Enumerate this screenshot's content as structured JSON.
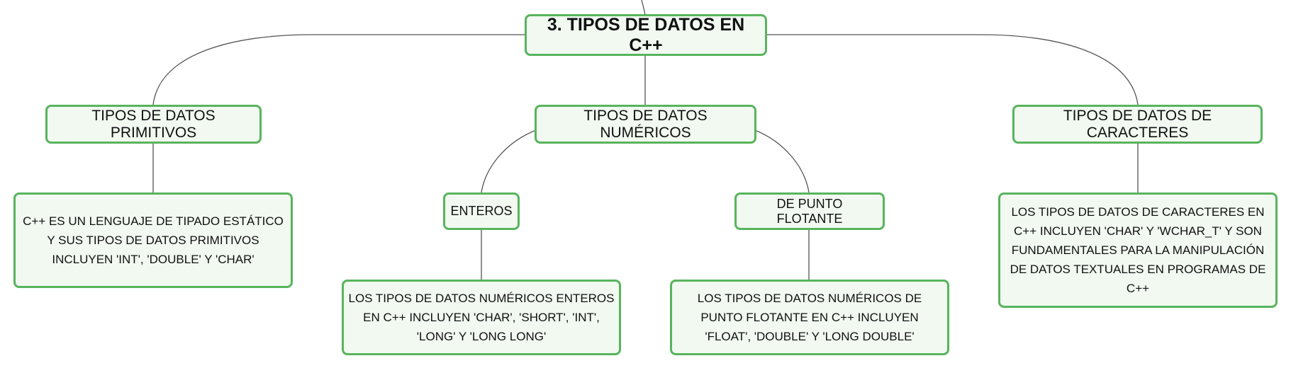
{
  "mindmap": {
    "root": "3. TIPOS DE DATOS EN C++",
    "primitivos": {
      "title": "TIPOS DE DATOS PRIMITIVOS",
      "detail": "C++ ES UN LENGUAJE DE TIPADO ESTÁTICO Y SUS TIPOS DE DATOS PRIMITIVOS INCLUYEN 'INT', 'DOUBLE' Y 'CHAR'"
    },
    "numericos": {
      "title": "TIPOS DE DATOS NUMÉRICOS",
      "enteros": {
        "title": "ENTEROS",
        "detail": "LOS TIPOS DE DATOS NUMÉRICOS ENTEROS EN C++ INCLUYEN 'CHAR', 'SHORT', 'INT', 'LONG' Y 'LONG LONG'"
      },
      "flotante": {
        "title": "DE PUNTO FLOTANTE",
        "detail": "LOS TIPOS DE DATOS NUMÉRICOS DE PUNTO FLOTANTE EN C++ INCLUYEN 'FLOAT', 'DOUBLE' Y 'LONG DOUBLE'"
      }
    },
    "caracteres": {
      "title": "TIPOS DE DATOS DE CARACTERES",
      "detail": "LOS TIPOS DE DATOS DE CARACTERES EN C++ INCLUYEN 'CHAR' Y 'WCHAR_T' Y SON FUNDAMENTALES PARA LA MANIPULACIÓN DE DATOS TEXTUALES EN PROGRAMAS DE C++"
    }
  },
  "colors": {
    "node_border": "#58b45d",
    "node_fill": "#f1f9f1",
    "connector": "#555555",
    "text": "#111111"
  }
}
